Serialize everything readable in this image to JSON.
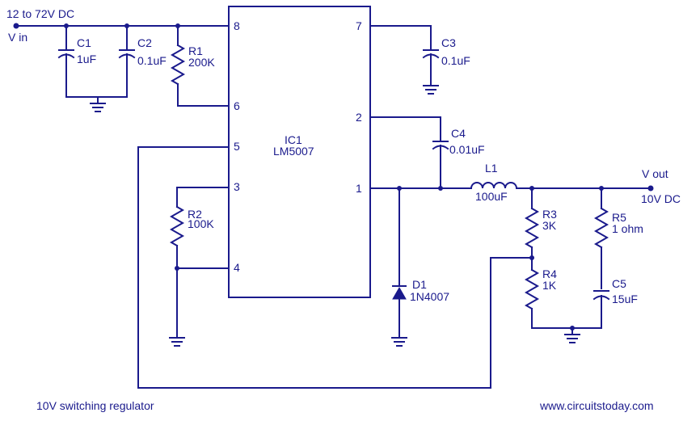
{
  "title": "10V switching regulator",
  "website": "www.circuitstoday.com",
  "input": {
    "range": "12 to 72V DC",
    "label": "V in"
  },
  "output": {
    "label": "V out",
    "value": "10V DC"
  },
  "ic": {
    "ref": "IC1",
    "part": "LM5007",
    "pins": {
      "p8": "8",
      "p6": "6",
      "p5": "5",
      "p3": "3",
      "p4": "4",
      "p7": "7",
      "p2": "2",
      "p1": "1"
    }
  },
  "components": {
    "c1": {
      "ref": "C1",
      "value": "1uF"
    },
    "c2": {
      "ref": "C2",
      "value": "0.1uF"
    },
    "r1": {
      "ref": "R1",
      "value": "200K"
    },
    "c3": {
      "ref": "C3",
      "value": "0.1uF"
    },
    "c4": {
      "ref": "C4",
      "value": "0.01uF"
    },
    "l1": {
      "ref": "L1",
      "value": "100uF"
    },
    "r2": {
      "ref": "R2",
      "value": "100K"
    },
    "d1": {
      "ref": "D1",
      "value": "1N4007"
    },
    "r3": {
      "ref": "R3",
      "value": "3K"
    },
    "r4": {
      "ref": "R4",
      "value": "1K"
    },
    "r5": {
      "ref": "R5",
      "value": "1 ohm"
    },
    "c5": {
      "ref": "C5",
      "value": "15uF"
    }
  },
  "colors": {
    "ink": "#1a1a8c",
    "background": "#ffffff"
  }
}
